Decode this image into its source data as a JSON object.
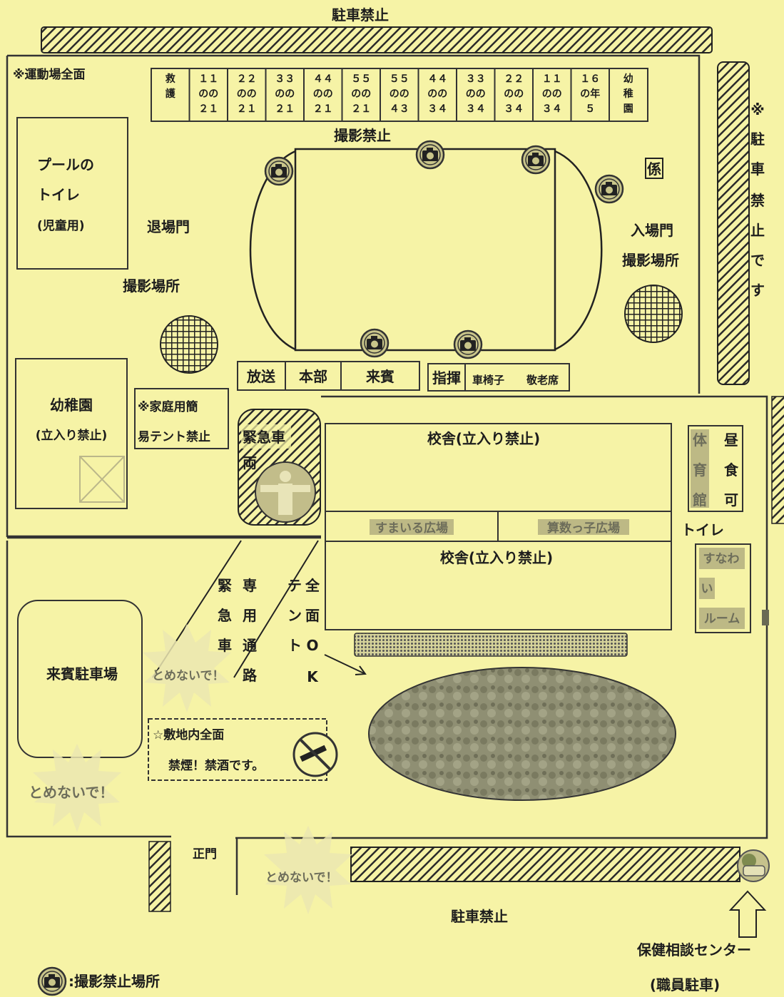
{
  "top_no_parking": "駐車禁止",
  "bottom_no_parking": "駐車禁止",
  "right_no_parking": [
    "※",
    "駐",
    "車",
    "禁",
    "止",
    "で",
    "す"
  ],
  "field_note": "※運動場全面",
  "grade_row": [
    {
      "lines": [
        "救",
        "護"
      ]
    },
    {
      "lines": [
        "１１",
        "のの",
        "２１"
      ]
    },
    {
      "lines": [
        "２２",
        "のの",
        "２１"
      ]
    },
    {
      "lines": [
        "３３",
        "のの",
        "２１"
      ]
    },
    {
      "lines": [
        "４４",
        "のの",
        "２１"
      ]
    },
    {
      "lines": [
        "５５",
        "のの",
        "２１"
      ]
    },
    {
      "lines": [
        "５５",
        "のの",
        "４３"
      ]
    },
    {
      "lines": [
        "４４",
        "のの",
        "３４"
      ]
    },
    {
      "lines": [
        "３３",
        "のの",
        "３４"
      ]
    },
    {
      "lines": [
        "２２",
        "のの",
        "３４"
      ]
    },
    {
      "lines": [
        "１１",
        "のの",
        "３４"
      ]
    },
    {
      "lines": [
        "１６",
        "の年",
        "５"
      ]
    },
    {
      "lines": [
        "幼",
        "稚",
        "園"
      ]
    }
  ],
  "no_photo_top": "撮影禁止",
  "pool_toilet": [
    "プールの",
    "トイレ",
    "(児童用)"
  ],
  "exit_gate": "退場門",
  "photo_spot_left": "撮影場所",
  "staff_mark": "係",
  "entry_gate": "入場門",
  "photo_spot_right": "撮影場所",
  "kindergarten": [
    "幼稚園",
    "(立入り禁止)"
  ],
  "tent_note": [
    "※家庭用簡",
    "易テント禁止"
  ],
  "booths": [
    {
      "label": "放送"
    },
    {
      "label": "本部"
    },
    {
      "label": "来賓"
    },
    {
      "label": "指揮"
    },
    {
      "label": "車椅子"
    },
    {
      "label": "敬老席"
    }
  ],
  "emergency_vehicle": [
    "緊急車",
    "両"
  ],
  "school_building_top": "校舎(立入り禁止)",
  "school_building_bottom": "校舎(立入り禁止)",
  "plaza_left": "すまいる広場",
  "plaza_right": "算数っ子広場",
  "gym": [
    "体",
    "育",
    "館"
  ],
  "lunch_ok": [
    "昼",
    "食",
    "可"
  ],
  "toilet": "トイレ",
  "sunao_room": [
    "すなわ",
    "い",
    "ルーム"
  ],
  "emergency_route": {
    "col1": [
      "緊",
      "急",
      "車",
      "路"
    ],
    "col2": [
      "専",
      "用",
      "通"
    ]
  },
  "tent_ok": {
    "col1": [
      "テ",
      "ン",
      "ト"
    ],
    "col2": [
      "全",
      "面",
      "O",
      "K"
    ]
  },
  "guest_parking": "来賓駐車場",
  "dont_stop": "とめないで！",
  "smoking_notice": [
    "☆敷地内全面",
    "禁煙！禁酒です。"
  ],
  "main_gate": "正門",
  "health_center": "保健相談センター",
  "staff_parking": "(職員駐車)",
  "legend_label": ":撮影禁止場所",
  "icons": [
    "camera-icon",
    "no-smoking-icon",
    "person-icon",
    "car-icon",
    "arrow-up-icon"
  ],
  "colors": {
    "paper": "#f6f3a6",
    "ink": "#1d1d1d",
    "hatch": "#2a2a2a",
    "field_patch": "#8f8f73"
  }
}
